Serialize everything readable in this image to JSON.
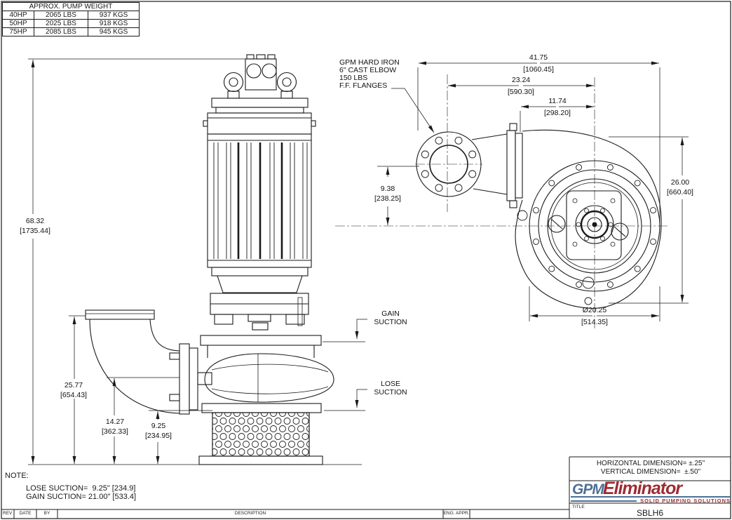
{
  "weight_table": {
    "header": "APPROX. PUMP WEIGHT",
    "rows": [
      {
        "hp": "40HP",
        "lbs": "2065 LBS",
        "kgs": "937 KGS"
      },
      {
        "hp": "50HP",
        "lbs": "2025 LBS",
        "kgs": "918 KGS"
      },
      {
        "hp": "75HP",
        "lbs": "2085 LBS",
        "kgs": "945 KGS"
      }
    ]
  },
  "front_view": {
    "dims": {
      "overall_height": {
        "in": "68.32",
        "mm": "[1735.44]"
      },
      "flange_height": {
        "in": "25.77",
        "mm": "[654.43]"
      },
      "discharge_centerline": {
        "in": "14.27",
        "mm": "[362.33]"
      },
      "strainer_height": {
        "in": "9.25",
        "mm": "[234.95]"
      }
    },
    "gain_suction": [
      "GAIN",
      "SUCTION"
    ],
    "lose_suction": [
      "LOSE",
      "SUCTION"
    ]
  },
  "side_view": {
    "dims": {
      "overall_width": {
        "in": "41.75",
        "mm": "[1060.45]"
      },
      "elbow_to_center": {
        "in": "23.24",
        "mm": "[590.30]"
      },
      "flange_to_center": {
        "in": "11.74",
        "mm": "[298.20]"
      },
      "casing_height": {
        "in": "26.00",
        "mm": "[660.40]"
      },
      "elbow_below": {
        "in": "9.38",
        "mm": "[238.25]"
      },
      "casing_diameter": {
        "in": "Ø20.25",
        "mm": "[514.35]"
      }
    },
    "elbow_callout": [
      "GPM HARD IRON",
      "6\" CAST ELBOW",
      "150 LBS",
      "F.F. FLANGES"
    ]
  },
  "notes": {
    "heading": "NOTE:",
    "lines": [
      "LOSE SUCTION=  9.25\" [234.9]",
      "GAIN SUCTION= 21.00\" [533.4]"
    ]
  },
  "title_block": {
    "tolerance_lines": [
      "HORIZONTAL DIMENSION= ±.25\"",
      "VERTICAL DIMENSION=  ±.50\""
    ],
    "columns": {
      "rev": "REV",
      "date": "DATE",
      "by": "BY",
      "description": "DESCRIPTION",
      "eng_appr": "ENG. APPR."
    },
    "title_label": "TITLE",
    "drawing_title": "SBLH6"
  },
  "logo": {
    "gpm": "GPM",
    "eliminator": "Eliminator",
    "tagline": "SOLID PUMPING SOLUTIONS",
    "blue": "#4d7096",
    "red": "#9e2b33"
  }
}
